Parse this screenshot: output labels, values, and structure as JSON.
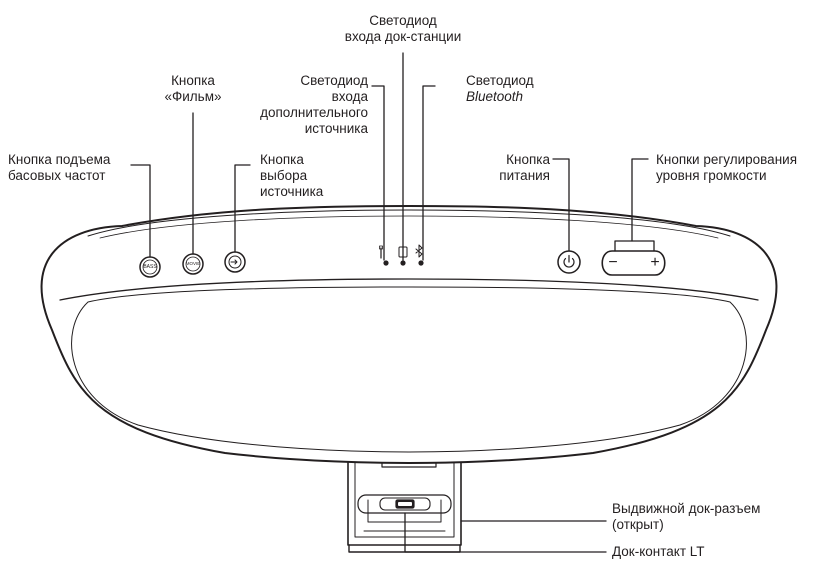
{
  "labels": {
    "dock_led": {
      "line1": "Светодиод",
      "line2": "входа док-станции"
    },
    "movie_button": {
      "line1": "Кнопка",
      "line2": "«Фильм»"
    },
    "aux_led": {
      "line1": "Светодиод",
      "line2": "входа",
      "line3": "дополнительного",
      "line4": "источника"
    },
    "bluetooth_led": {
      "line1": "Светодиод",
      "line2": "Bluetooth"
    },
    "bass_button": {
      "line1": "Кнопка подъема",
      "line2": "басовых частот"
    },
    "source_button": {
      "line1": "Кнопка",
      "line2": "выбора",
      "line3": "источника"
    },
    "power_button": {
      "line1": "Кнопка",
      "line2": "питания"
    },
    "volume_buttons": {
      "line1": "Кнопки регулирования",
      "line2": "уровня громкости"
    },
    "dock_connector": {
      "line1": "Выдвижной док-разъем",
      "line2": "(открыт)"
    },
    "lt_contact": {
      "line1": "Док-контакт LT"
    }
  },
  "button_glyphs": {
    "bass": "BASS",
    "movie": "MOVIE",
    "volume_minus": "−",
    "volume_plus": "+"
  },
  "icons": {
    "bass_button": "bass-boost-icon",
    "movie_button": "movie-icon",
    "source_button": "source-select-icon",
    "power_button": "power-icon",
    "aux_led": "aux-input-icon",
    "dock_led": "dock-icon",
    "bluetooth_led": "bluetooth-icon"
  },
  "colors": {
    "line": "#231f20",
    "body": "#ffffff"
  }
}
